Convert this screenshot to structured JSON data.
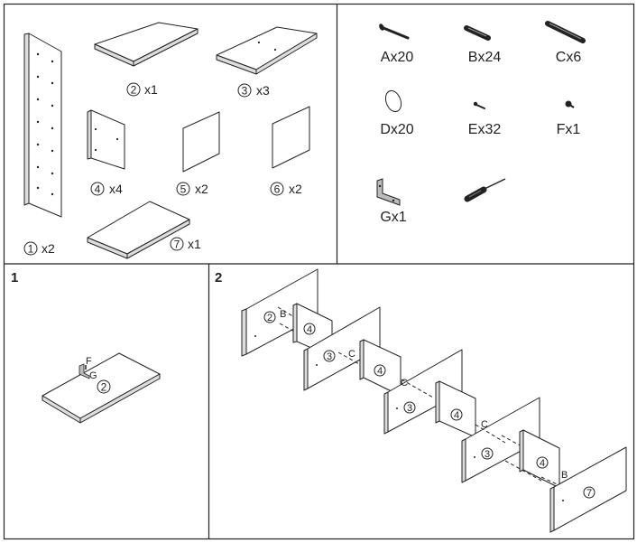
{
  "parts": {
    "p1": {
      "num": "1",
      "qty": "x2"
    },
    "p2": {
      "num": "2",
      "qty": "x1"
    },
    "p3": {
      "num": "3",
      "qty": "x3"
    },
    "p4": {
      "num": "4",
      "qty": "x4"
    },
    "p5": {
      "num": "5",
      "qty": "x2"
    },
    "p6": {
      "num": "6",
      "qty": "x2"
    },
    "p7": {
      "num": "7",
      "qty": "x1"
    }
  },
  "hardware": {
    "a": "Ax20",
    "b": "Bx24",
    "c": "Cx6",
    "d": "Dx20",
    "e": "Ex32",
    "f": "Fx1",
    "g": "Gx1"
  },
  "steps": {
    "step1": {
      "number": "1",
      "panel": "2",
      "callout_f": "F",
      "callout_g": "G"
    },
    "step2": {
      "number": "2",
      "panels": [
        "2",
        "4",
        "3",
        "4",
        "3",
        "4",
        "3",
        "4",
        "7"
      ],
      "callout_b_left": "B",
      "callouts_c": [
        "C",
        "C",
        "C"
      ],
      "callout_b_right": "B"
    }
  }
}
